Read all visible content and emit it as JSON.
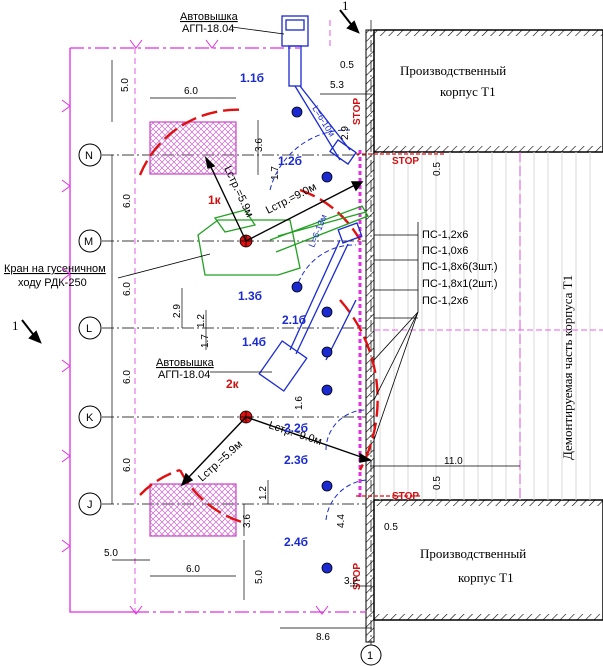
{
  "buildings": {
    "top": {
      "line1": "Производственный",
      "line2": "корпус Т1"
    },
    "bottom": {
      "line1": "Производственный",
      "line2": "корпус Т1"
    },
    "demolished": "Демонтируемая часть корпуса Т1"
  },
  "axes": {
    "rows": [
      "N",
      "M",
      "L",
      "K",
      "J"
    ],
    "column": "1"
  },
  "section_mark": "1",
  "crane_label": {
    "line1": "Кран на гусеничном",
    "line2": "ходу РДК-250"
  },
  "lifts": {
    "top": {
      "line1": "Автовышка",
      "line2": "АГП-18.04"
    },
    "middle": {
      "line1": "Автовышка",
      "line2": "АГП-18.04"
    }
  },
  "crane_positions": [
    "1к",
    "2к"
  ],
  "reach_labels": {
    "l1": "Lстр.=5.9м",
    "l2": "Lстр.=9.0м",
    "l3": "Lстр.=9.0м",
    "l4": "Lстр.=5.9м"
  },
  "lift_positions": [
    "1.1б",
    "1.2б",
    "1.3б",
    "2.1б",
    "1.4б",
    "2.2б",
    "2.3б",
    "2.4б"
  ],
  "lift_reaches": {
    "a": "L=6-10м",
    "b": "L=6-13м"
  },
  "stop": "STOP",
  "panels": [
    "ПС-1,2х6",
    "ПС-1,0х6",
    "ПС-1,8х6(3шт.)",
    "ПС-1,8х1(2шт.)",
    "ПС-1,2х6"
  ],
  "dims": {
    "left_5_top": "5.0",
    "w6_top": "6.0",
    "w6_bottom": "6.0",
    "left_5_bottom": "5.0",
    "v6_1": "6.0",
    "v6_2": "6.0",
    "v6_3": "6.0",
    "v6_4": "6.0",
    "d3_6_top": "3.6",
    "d1_7_top": "1.7",
    "d0_5_top": "0.5",
    "d5_3": "5.3",
    "d2_9_top": "2.9",
    "d0_5_right": "0.5",
    "d2_9": "2.9",
    "d1_2": "1.2",
    "d1_7": "1.7",
    "d1_6": "1.6",
    "d11_0": "11.0",
    "d0_5_low": "0.5",
    "d1_2_low": "1.2",
    "d3_6_low": "3.6",
    "d4_4": "4.4",
    "d0_5_bottom": "0.5",
    "d5_0_bottom": "5.0",
    "d3_2": "3.2",
    "d8_6": "8.6"
  }
}
